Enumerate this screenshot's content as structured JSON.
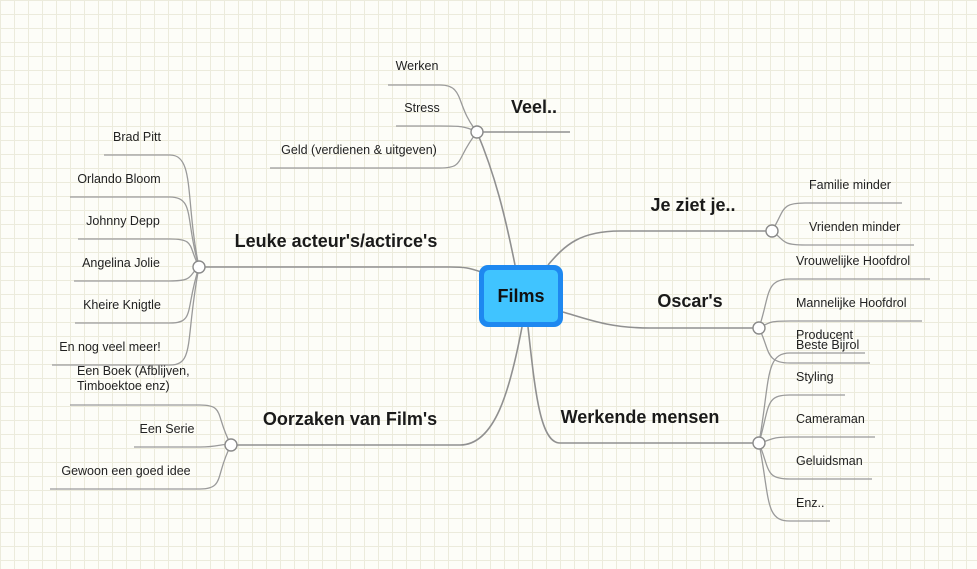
{
  "central": "Films",
  "branches": [
    {
      "key": "veel",
      "label": "Veel..",
      "leaves": [
        "Werken",
        "Stress",
        "Geld (verdienen & uitgeven)"
      ]
    },
    {
      "key": "acteurs",
      "label": "Leuke acteur's/actirce's",
      "leaves": [
        "Brad Pitt",
        "Orlando Bloom",
        "Johnny Depp",
        "Angelina Jolie",
        "Kheire Knigtle",
        "En nog veel meer!"
      ]
    },
    {
      "key": "oorzaken",
      "label": "Oorzaken van Film's",
      "leaves": [
        "Een Boek (Afblijven,",
        "Timboektoe enz)",
        "Een Serie",
        "Gewoon een goed idee"
      ]
    },
    {
      "key": "jeziet",
      "label": "Je ziet je..",
      "leaves": [
        "Familie minder",
        "Vrienden minder"
      ]
    },
    {
      "key": "oscars",
      "label": "Oscar's",
      "leaves": [
        "Vrouwelijke Hoofdrol",
        "Mannelijke Hoofdrol",
        "Beste Bijrol"
      ]
    },
    {
      "key": "werkende",
      "label": "Werkende mensen",
      "leaves": [
        "Producent",
        "Styling",
        "Cameraman",
        "Geluidsman",
        "Enz.."
      ]
    }
  ]
}
